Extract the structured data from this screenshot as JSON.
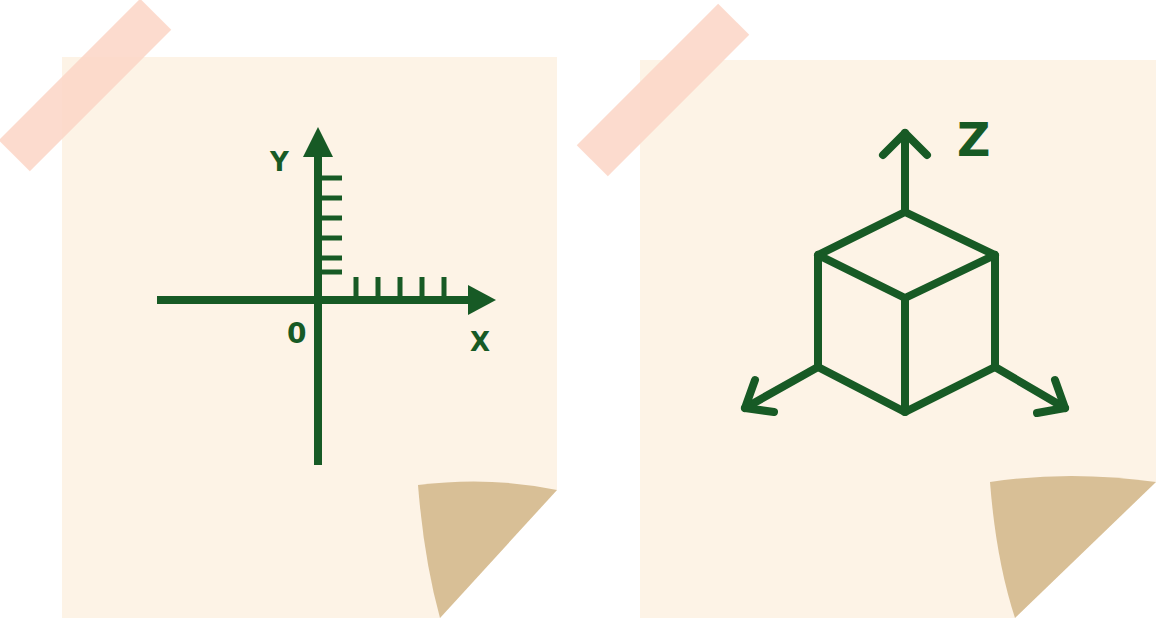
{
  "diagram": {
    "labels": [
      "Y",
      "0",
      "X",
      "Z"
    ]
  }
}
